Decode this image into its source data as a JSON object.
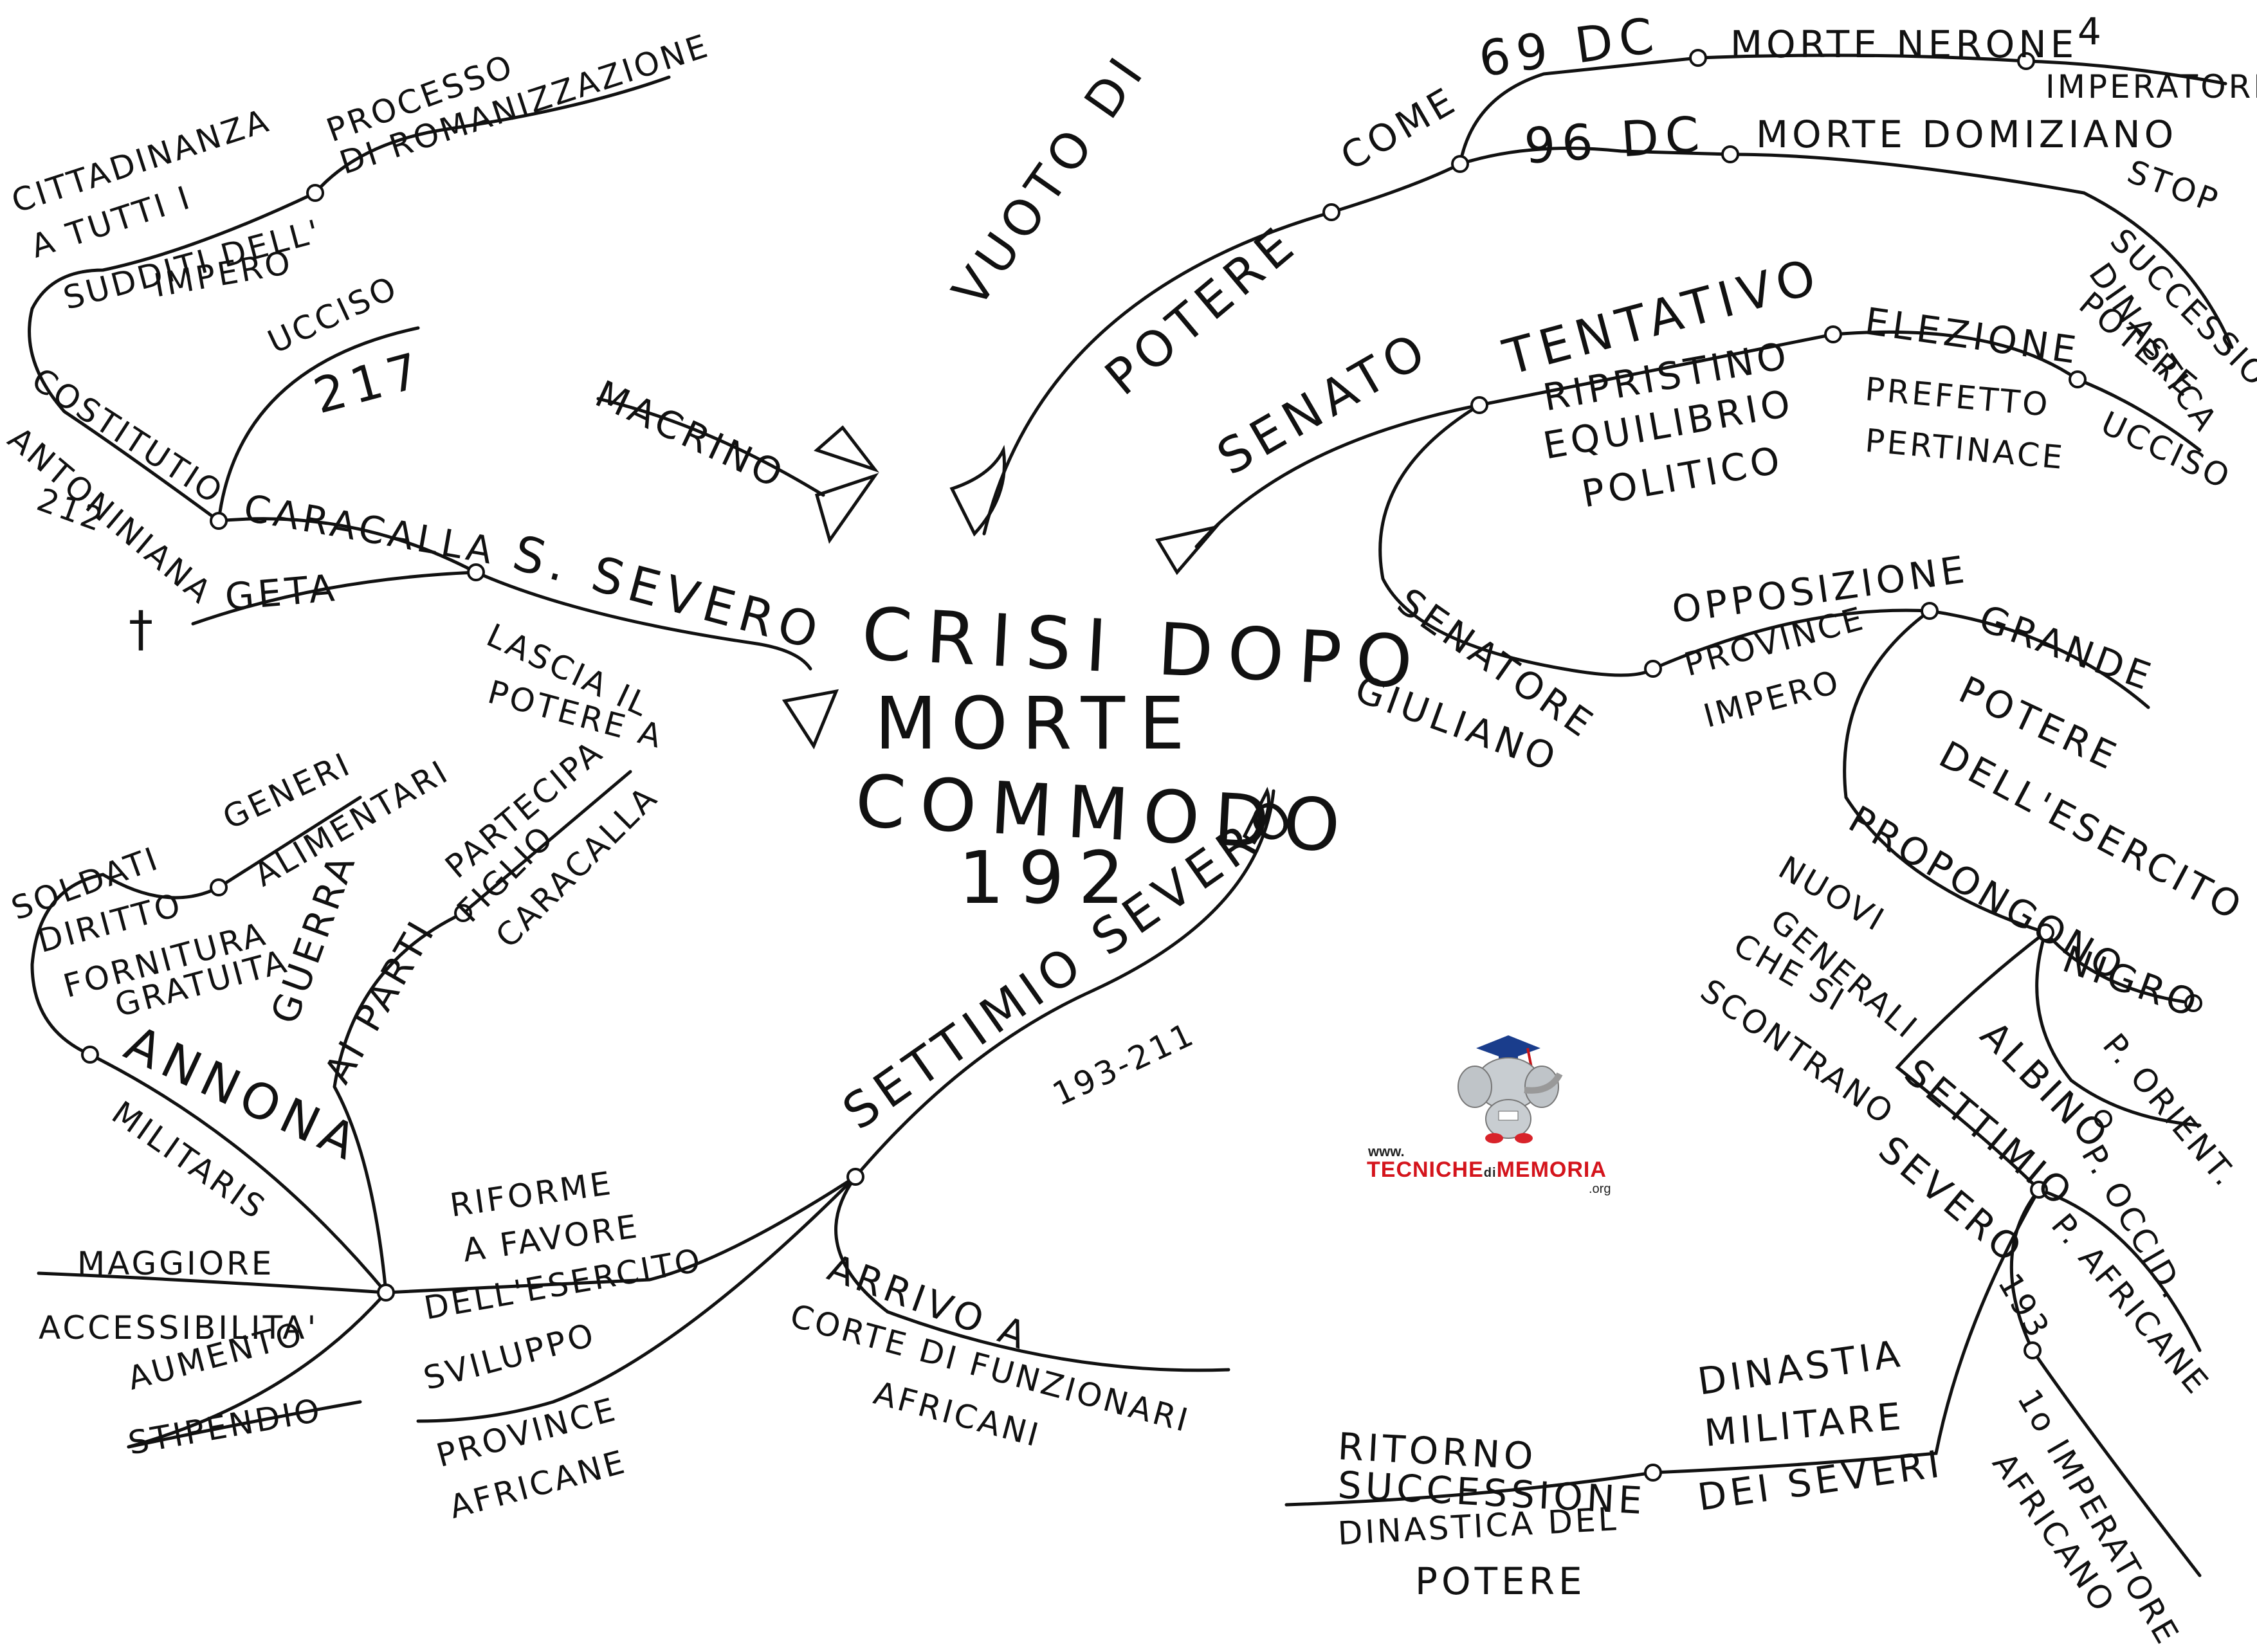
{
  "center": {
    "line1": "CRISI DOPO",
    "line2": "MORTE",
    "line3": "COMMODO",
    "line4": "192"
  },
  "labels": {
    "vuoto": "VUOTO DI",
    "potere": "POTERE",
    "come": "COME",
    "y69": "69 DC",
    "mortenerone": "MORTE NERONE",
    "n4": "4",
    "imperatori": "IMPERATORI",
    "y96": "96 DC",
    "mortedomiziano": "MORTE DOMIZIANO",
    "stop": "STOP",
    "successione": "SUCCESSIONE",
    "dinastica": "DINASTICA",
    "potere2": "POTERE",
    "senato": "SENATO",
    "tentativo": "TENTATIVO",
    "ripristino": "RIPRISTINO",
    "equilibrio": "EQUILIBRIO",
    "politico": "POLITICO",
    "elezione": "ELEZIONE",
    "prefetto": "PREFETTO",
    "pertinace": "PERTINACE",
    "ucciso_right": "UCCISO",
    "senatore": "SENATORE",
    "giuliano": "GIULIANO",
    "opposizione": "OPPOSIZIONE",
    "province": "PROVINCE",
    "impero": "IMPERO",
    "grande": "GRANDE",
    "potere3": "POTERE",
    "esercito": "DELL'ESERCITO",
    "propongono": "PROPONGONO",
    "nuovi": "NUOVI",
    "generali": "GENERALI",
    "chesi": "CHE SI",
    "scontrano": "SCONTRANO",
    "nigro": "NIGRO",
    "porient": "P. ORIENT.",
    "albino": "ALBINO",
    "poccid": "P. OCCID.",
    "settimio": "SETTIMIO",
    "severo_r": "SEVERO",
    "pafricane": "P. AFRICANE",
    "y193": "193",
    "primo": "1o IMPERATORE",
    "africano": "AFRICANO",
    "dinastia": "DINASTIA",
    "militare": "MILITARE",
    "deisevere": "DEI SEVERI",
    "ritorno": "RITORNO",
    "successione2": "SUCCESSIONE",
    "dinastica2": "DINASTICA DEL",
    "potere4": "POTERE",
    "cittadinanza": "CITTADINANZA",
    "atutti": "A TUTTI I",
    "sudditi": "SUDDITI DELL'",
    "impero2": "IMPERO",
    "processo": "PROCESSO",
    "romanizzazione": "DI ROMANIZZAZIONE",
    "costitutio": "COSTITUTIO",
    "antoniniana": "ANTONINIANA",
    "y212": "212",
    "ucciso_left": "UCCISO",
    "y217": "217",
    "macrino": "MACRINO",
    "caracalla": "CARACALLA",
    "ssevero": "S. SEVERO",
    "cross": "†",
    "geta": "GETA",
    "lascia": "LASCIA IL",
    "poterea": "POTERE A",
    "soldati": "SOLDATI",
    "diritto": "DIRITTO",
    "generi": "GENERI",
    "alimentari": "ALIMENTARI",
    "fornitura": "FORNITURA",
    "gratuita": "GRATUITA",
    "guerra": "GUERRA",
    "aiparti": "AI PARTI",
    "partecipa": "PARTECIPA",
    "figlio": "FIGLIO",
    "caracalla2": "CARACALLA",
    "annona": "ANNONA",
    "militaris": "MILITARIS",
    "settimiosevero": "SETTIMIO SEVERO",
    "y193211": "193-211",
    "riforme": "RIFORME",
    "afavore": "A FAVORE",
    "esercito2": "DELL'ESERCITO",
    "maggiore": "MAGGIORE",
    "accessibilita": "ACCESSIBILITA'",
    "aumento": "AUMENTO",
    "stipendio": "STIPENDIO",
    "sviluppo": "SVILUPPO",
    "provinceafr": "PROVINCE",
    "africane": "AFRICANE",
    "arrivoa": "ARRIVO A",
    "corte": "CORTE DI FUNZIONARI",
    "africani": "AFRICANI"
  },
  "logo": {
    "site": "www.",
    "brand_a": "TECNICHE",
    "brand_di": "di",
    "brand_b": "MEMORIA",
    "org": ".org"
  }
}
